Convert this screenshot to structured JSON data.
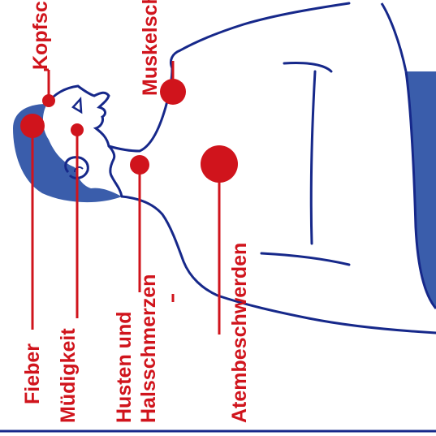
{
  "symptoms": {
    "kopfschmerzen": "Kopfschmerzen",
    "muskelschmerzen": "Muskelschmerzen",
    "fieber": "Fieber",
    "muedigkeit": "Müdigkeit",
    "husten_line1": "Husten und",
    "husten_line2": "Halsschmerzen",
    "atembeschwerden": "Atembeschwerden"
  },
  "colors": {
    "outline": "#16288a",
    "hair": "#3a5dab",
    "marker": "#d0141c"
  }
}
